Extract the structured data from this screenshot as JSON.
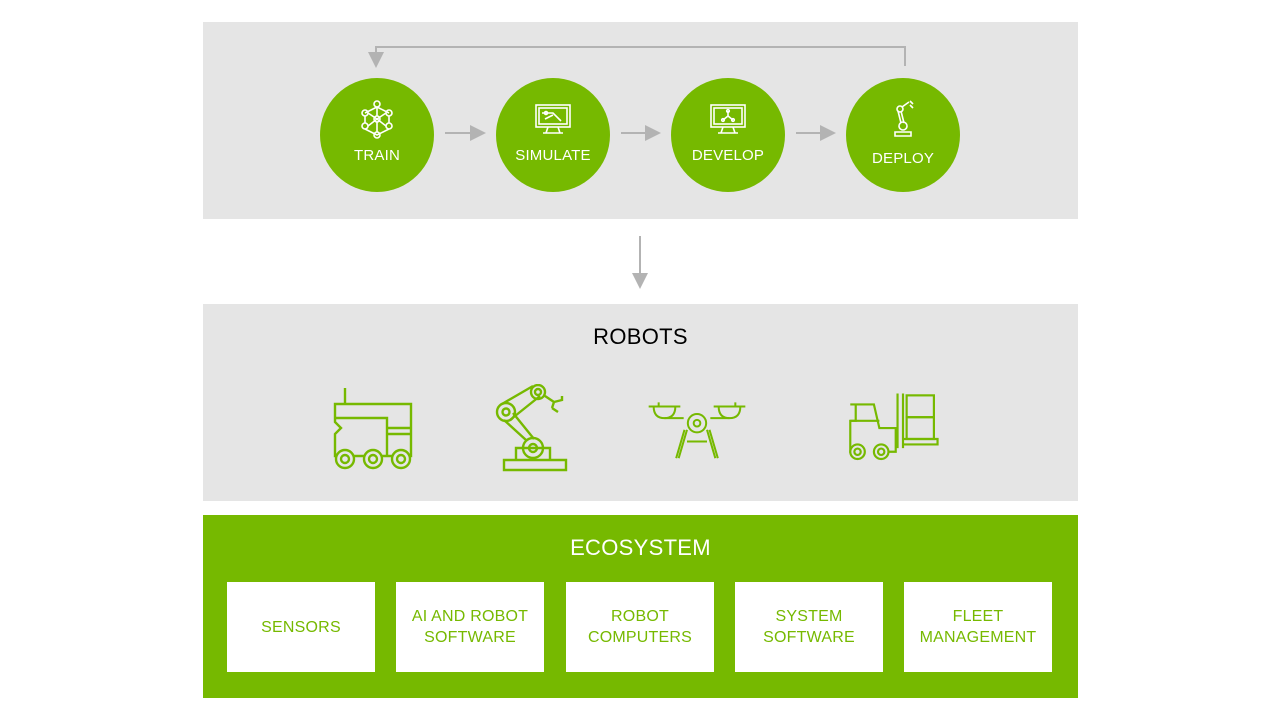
{
  "workflow": {
    "steps": [
      {
        "label": "TRAIN",
        "icon": "neural-network-icon"
      },
      {
        "label": "SIMULATE",
        "icon": "simulation-monitor-icon"
      },
      {
        "label": "DEVELOP",
        "icon": "develop-monitor-icon"
      },
      {
        "label": "DEPLOY",
        "icon": "robot-arm-icon"
      }
    ]
  },
  "robots": {
    "title": "ROBOTS",
    "icons": [
      "delivery-robot-icon",
      "robotic-arm-icon",
      "drone-icon",
      "forklift-icon"
    ]
  },
  "ecosystem": {
    "title": "ECOSYSTEM",
    "cards": [
      {
        "line1": "SENSORS",
        "line2": ""
      },
      {
        "line1": "AI AND ROBOT",
        "line2": "SOFTWARE"
      },
      {
        "line1": "ROBOT",
        "line2": "COMPUTERS"
      },
      {
        "line1": "SYSTEM",
        "line2": "SOFTWARE"
      },
      {
        "line1": "FLEET",
        "line2": "MANAGEMENT"
      }
    ]
  },
  "colors": {
    "accent": "#76b900",
    "panel": "#e5e5e5",
    "arrow": "#b3b3b3"
  }
}
